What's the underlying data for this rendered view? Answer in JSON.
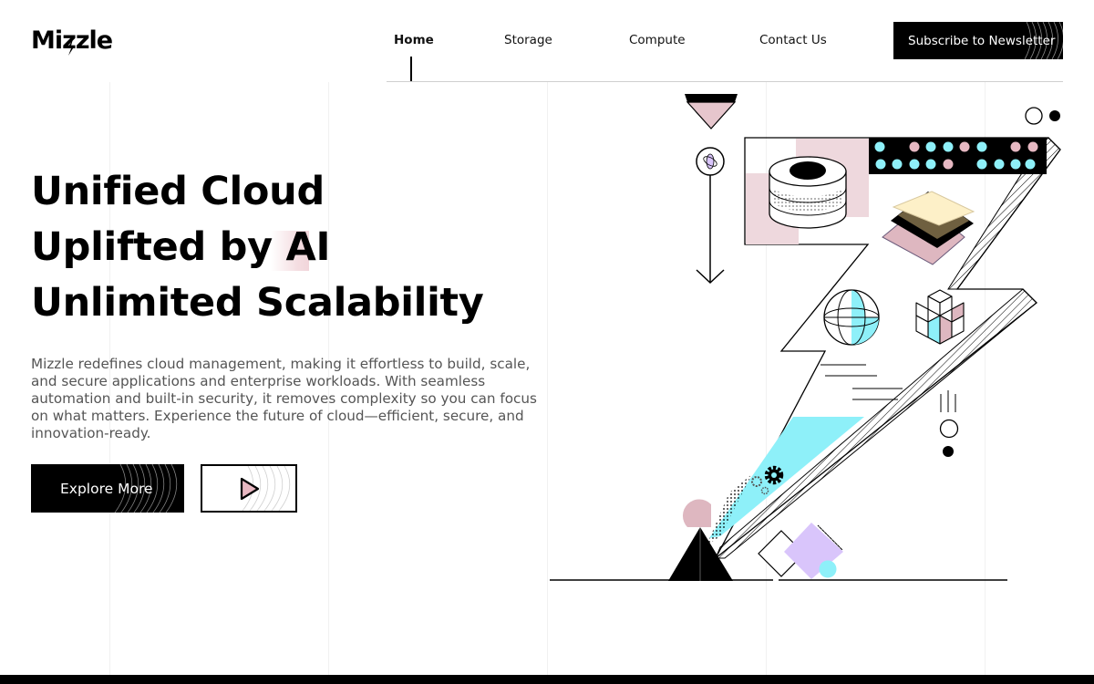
{
  "brand": {
    "name": "Mizzle"
  },
  "nav": {
    "items": [
      {
        "label": "Home",
        "active": true
      },
      {
        "label": "Storage",
        "active": false
      },
      {
        "label": "Compute",
        "active": false
      },
      {
        "label": "Contact Us",
        "active": false
      }
    ],
    "subscribe_label": "Subscribe to Newsletter"
  },
  "hero": {
    "lines": [
      "Unified Cloud",
      "Uplifted by AI",
      "Unlimited Scalability"
    ],
    "description": "Mizzle redefines cloud management, making it effortless to build, scale, and secure applications and enterprise workloads. With seamless automation and built-in security, it removes complexity so you can focus on what matters. Experience the future of cloud—efficient, secure, and innovation-ready.",
    "explore_label": "Explore More"
  },
  "colors": {
    "pink": "#eed8dd",
    "pink_dark": "#deb7c0",
    "cyan": "#8ef0f9",
    "lavender": "#d9c5fb",
    "dark_olive": "#6f6040",
    "cream": "#fdf0c8"
  },
  "icons": {
    "play": "play-icon",
    "logo_bolt": "lightning-bolt-icon"
  }
}
